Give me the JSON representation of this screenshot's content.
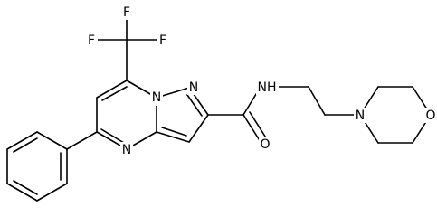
{
  "molecule": {
    "atoms": {
      "f_top": "F",
      "f_left": "F",
      "f_right": "F",
      "n_pyrazole_bridge": "N",
      "n_pyrazole": "N",
      "n_pyrimidine": "N",
      "n_amide": "NH",
      "o_carbonyl": "O",
      "n_morpholine": "N",
      "o_morpholine": "O"
    }
  }
}
